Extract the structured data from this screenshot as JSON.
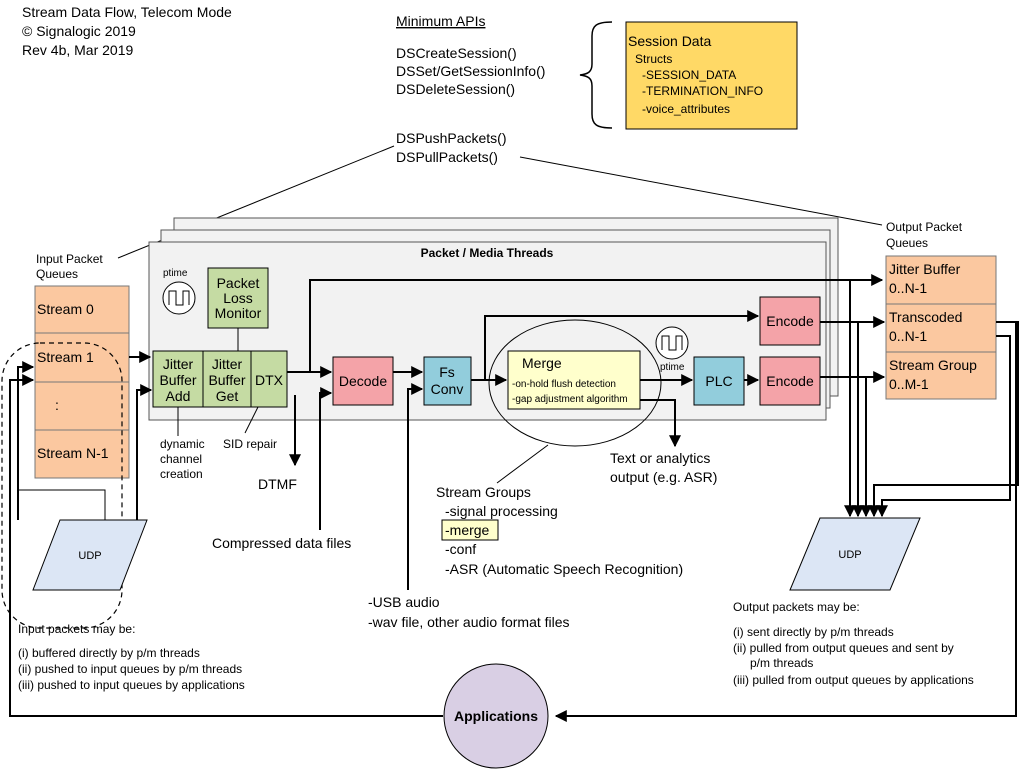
{
  "header": {
    "title": "Stream Data Flow, Telecom Mode",
    "copyright": "© Signalogic 2019",
    "revision": "Rev 4b, Mar 2019"
  },
  "apis": {
    "heading": "Minimum APIs",
    "session_calls": [
      "DSCreateSession()",
      "DSSet/GetSessionInfo()",
      "DSDeleteSession()"
    ],
    "packet_calls": [
      "DSPushPackets()",
      "DSPullPackets()"
    ]
  },
  "session_data": {
    "title": "Session Data",
    "subtitle": "Structs",
    "items": [
      "-SESSION_DATA",
      "-TERMINATION_INFO",
      "-voice_attributes"
    ]
  },
  "threads": {
    "title": "Packet / Media Threads"
  },
  "input_queues": {
    "label_line1": "Input Packet",
    "label_line2": "Queues",
    "items": [
      "Stream 0",
      "Stream 1",
      ":",
      "Stream N-1"
    ]
  },
  "output_queues": {
    "label_line1": "Output Packet",
    "label_line2": "Queues",
    "items": [
      {
        "line1": "Jitter Buffer",
        "line2": "0..N-1"
      },
      {
        "line1": "Transcoded",
        "line2": "0..N-1"
      },
      {
        "line1": "Stream Group",
        "line2": "0..M-1"
      }
    ]
  },
  "blocks": {
    "ptime_left": "ptime",
    "ptime_right": "ptime",
    "packet_loss_monitor": [
      "Packet",
      "Loss",
      "Monitor"
    ],
    "jitter_buffer_add": [
      "Jitter",
      "Buffer",
      "Add"
    ],
    "jitter_buffer_get": [
      "Jitter",
      "Buffer",
      "Get"
    ],
    "dtx": "DTX",
    "decode": "Decode",
    "fs_conv": [
      "Fs",
      "Conv"
    ],
    "merge_title": "Merge",
    "merge_items": [
      "-on-hold flush detection",
      "-gap adjustment algorithm"
    ],
    "plc": "PLC",
    "encode_top": "Encode",
    "encode_bottom": "Encode"
  },
  "annotations": {
    "dynamic_channel": [
      "dynamic",
      "channel",
      "creation"
    ],
    "sid_repair": "SID repair",
    "dtmf": "DTMF",
    "compressed": "Compressed data files",
    "text_analytics": [
      "Text or analytics",
      "output (e.g. ASR)"
    ],
    "stream_groups_title": "Stream Groups",
    "stream_groups_items": [
      "-signal processing",
      "-merge",
      "-conf",
      "-ASR (Automatic Speech Recognition)"
    ],
    "audio_inputs": [
      "-USB audio",
      "-wav file, other audio format files"
    ]
  },
  "udp": {
    "left": "UDP",
    "right": "UDP"
  },
  "input_notes": {
    "title": "Input packets may be:",
    "items": [
      "(i) buffered directly by p/m threads",
      "(ii) pushed to input queues by p/m threads",
      "(iii) pushed to input queues by applications"
    ]
  },
  "output_notes": {
    "title": "Output packets may be:",
    "items": [
      "(i) sent directly by p/m threads",
      "(ii) pulled from output queues and sent by",
      "p/m threads",
      "(iii) pulled from output queues by applications"
    ]
  },
  "applications": {
    "label": "Applications"
  },
  "colors": {
    "queue_fill": "#fbc8a0",
    "green_block": "#c5dba3",
    "decode_fill": "#f4a3a8",
    "fs_conv_fill": "#92cddc",
    "merge_fill": "#ffffcc",
    "session_fill": "#ffd966",
    "udp_fill": "#dce6f5",
    "apps_fill": "#d9cfe4",
    "panel_fill": "#f2f2f2"
  }
}
